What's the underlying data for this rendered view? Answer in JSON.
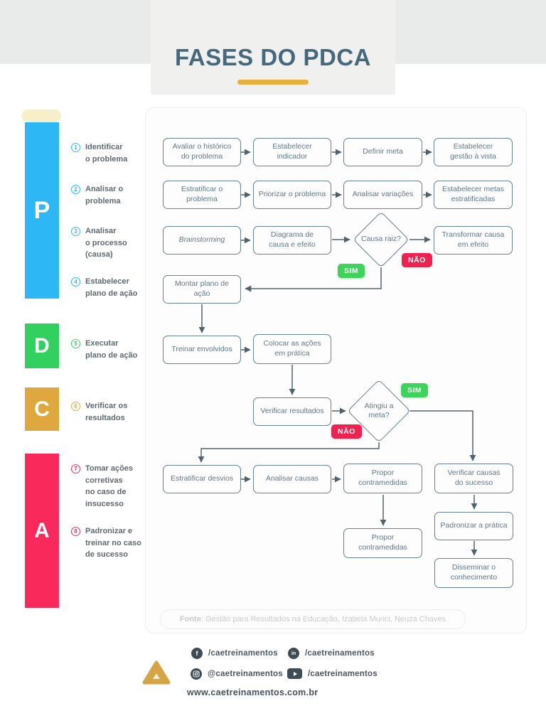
{
  "page": {
    "title": "FASES DO PDCA"
  },
  "colors": {
    "plan_blue": "#2DB8F5",
    "do_green": "#32D15F",
    "check_gold": "#DFA83E",
    "act_red": "#F9295C",
    "yes_badge_green": "#3ED45C",
    "no_badge_red": "#EE2150",
    "accent_gold": "#E7B13C",
    "title_slate": "#45687C"
  },
  "sidebar": {
    "letters": [
      {
        "letter": "P"
      },
      {
        "letter": "D"
      },
      {
        "letter": "C"
      },
      {
        "letter": "A"
      }
    ],
    "items": [
      {
        "number": "1",
        "text": "Identificar\no problema"
      },
      {
        "number": "2",
        "text": "Analisar o\nproblema"
      },
      {
        "number": "3",
        "text": "Analisar\no processo\n(causa)"
      },
      {
        "number": "4",
        "text": "Estabelecer\nplano de ação"
      },
      {
        "number": "5",
        "text": "Executar\nplano de ação"
      },
      {
        "number": "6",
        "text": "Verificar os\nresultados"
      },
      {
        "number": "7",
        "text": "Tomar ações\ncorretivas\nno caso de\ninsucesso"
      },
      {
        "number": "8",
        "text": "Padronizar e\ntreinar no caso\nde sucesso"
      }
    ]
  },
  "flow": {
    "nodes": [
      "Avaliar o histórico\ndo problema",
      "Estabelecer\nindicador",
      "Definir meta",
      "Estabelecer\ngestão à vista",
      "Estratificar o\nproblema",
      "Priorizar o problema",
      "Analisar variações",
      "Estabelecer metas\nestratificadas",
      "Brainstorming",
      "Diagrama de\ncausa e efeito",
      "Transformar causa\nem efeito",
      "Montar plano de ação",
      "Treinar envolvidos",
      "Colocar as ações\nem prática",
      "Verificar resultados",
      "Estratificar desvios",
      "Analisar causas",
      "Propor\ncontramedidas",
      "Verificar causas\ndo sucesso",
      "Propor\ncontramedidas",
      "Padronizar a prática",
      "Disseminar o\nconhecimento"
    ],
    "decisions": [
      "Causa raiz?",
      "Atingiu a\nmeta?"
    ],
    "badges": {
      "yes": "SIM",
      "no": "NÃO"
    }
  },
  "footer": {
    "source_label": "Fonte",
    "source_text": ": Gestão para Resultados na Educação, Izabela Murici, Neuza Chaves",
    "social": [
      {
        "network": "facebook",
        "icon_text": "f",
        "handle": "/caetreinamentos"
      },
      {
        "network": "linkedin",
        "icon_text": "in",
        "handle": "/caetreinamentos"
      },
      {
        "network": "instagram",
        "handle": "@caetreinamentos"
      },
      {
        "network": "youtube",
        "handle": "/caetreinamentos"
      }
    ],
    "website": "www.caetreinamentos.com.br"
  }
}
